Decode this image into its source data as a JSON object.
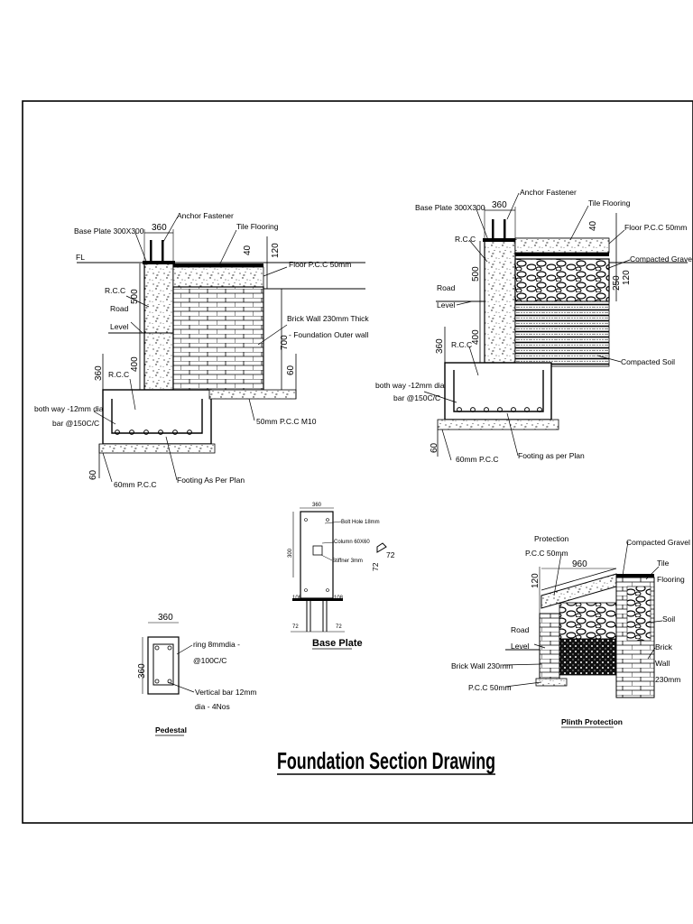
{
  "title": "Foundation Section Drawing",
  "section_a": {
    "base_plate": "Base Plate 300X300",
    "anchor": "Anchor Fastener",
    "tile": "Tile Flooring",
    "fl": "FL",
    "floor_pcc": "Floor P.C.C 50mm",
    "rcc_col": "R.C.C",
    "road_1": "Road",
    "road_2": "Level",
    "brick_1": "Brick Wall 230mm Thick",
    "brick_2": "- Foundation Outer wall",
    "rcc_footing": "R.C.C",
    "bar_1": "both way -12mm dia",
    "bar_2": "bar @150C/C",
    "pcc_m10": "50mm P.C.C M10",
    "pcc_60": "60mm P.C.C",
    "footing": "Footing As Per Plan",
    "d360": "360",
    "d120": "120",
    "d40": "40",
    "d500": "500",
    "d400": "400",
    "d700": "700",
    "d60r": "60",
    "d360v": "360",
    "d60": "60"
  },
  "section_b": {
    "base_plate": "Base Plate 300X300",
    "anchor": "Anchor Fastener",
    "tile": "Tile Flooring",
    "floor_pcc": "Floor P.C.C 50mm",
    "rcc_col": "R.C.C",
    "gravel": "Compacted Gravel",
    "road_1": "Road",
    "road_2": "Level",
    "rcc_footing": "R.C.C",
    "soil": "Compacted Soil",
    "bar_1": "both way -12mm dia",
    "bar_2": "bar @150C/C",
    "pcc_60": "60mm P.C.C",
    "footing": "Footing as per Plan",
    "d360": "360",
    "d40": "40",
    "d120": "120",
    "d250": "250",
    "d500": "500",
    "d400": "400",
    "d360v": "360",
    "d60": "60"
  },
  "base_plate": {
    "title": "Base Plate",
    "d360": "360",
    "d300": "300",
    "bolt": "Bolt Hole 18mm",
    "column": "Column 60X60",
    "stiffner": "Stiffner 3mm",
    "d108a": "108",
    "d108b": "108",
    "d72a": "72",
    "d72b": "72",
    "d72c": "72",
    "d72d": "72"
  },
  "pedestal": {
    "title": "Pedestal",
    "d360": "360",
    "d360v": "360",
    "ring_1": "ring 8mmdia -",
    "ring_2": "@100C/C",
    "vbar_1": "Vertical bar 12mm",
    "vbar_2": "dia - 4Nos"
  },
  "plinth": {
    "title": "Plinth Protection",
    "protection_1": "Protection",
    "protection_2": "P.C.C 50mm",
    "gravel": "Compacted Gravel",
    "tile_1": "Tile",
    "tile_2": "Flooring",
    "soil": "Soil",
    "road_1": "Road",
    "road_2": "Level",
    "brick_left": "Brick Wall 230mm",
    "brick_1": "Brick",
    "brick_2": "Wall",
    "brick_3": "230mm",
    "pcc": "P.C.C 50mm",
    "d960": "960",
    "d120": "120"
  }
}
